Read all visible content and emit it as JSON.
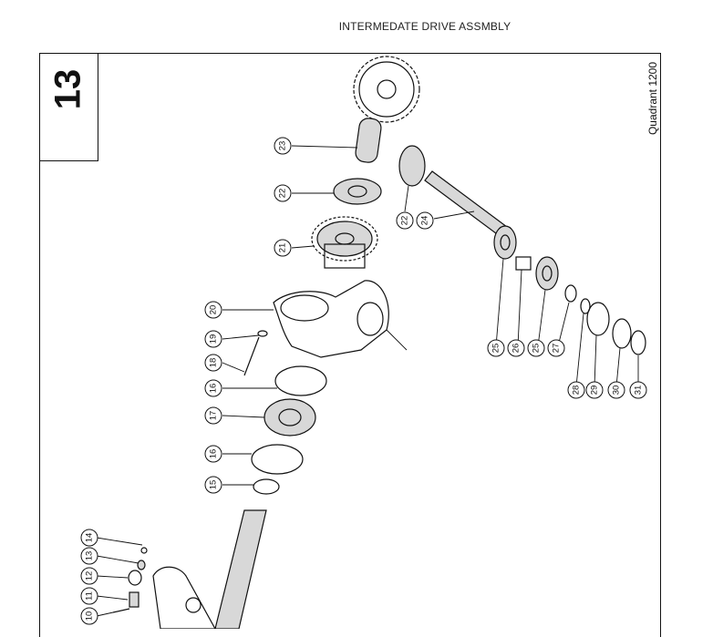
{
  "title": "INTERMEDATE DRIVE ASSMBLY",
  "sheet_number": "13",
  "model": "Quadrant 1200",
  "callouts": [
    "23",
    "22",
    "21",
    "22",
    "24",
    "20",
    "19",
    "18",
    "16",
    "17",
    "16",
    "15",
    "25",
    "26",
    "25",
    "27",
    "28",
    "29",
    "30",
    "31",
    "14",
    "13",
    "12",
    "11",
    "10"
  ]
}
